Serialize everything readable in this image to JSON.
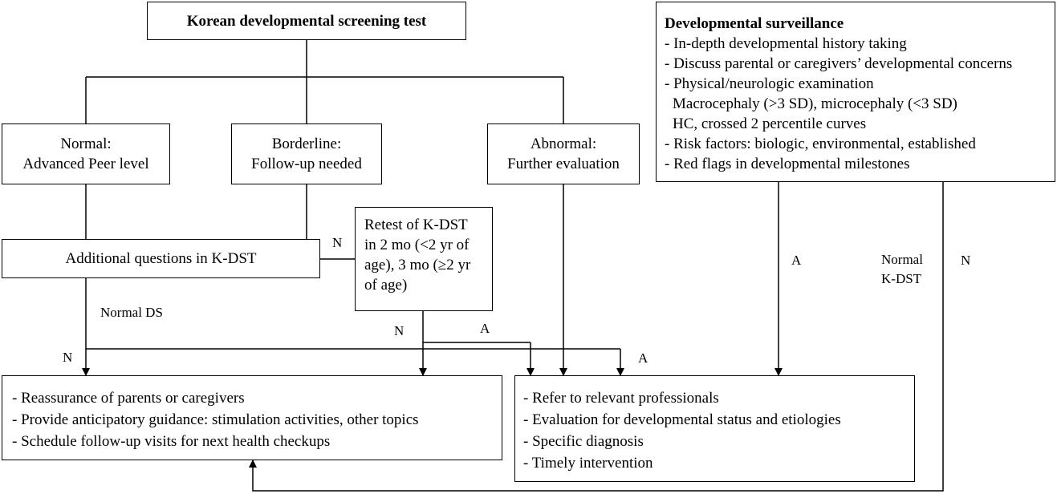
{
  "top_box": {
    "title": "Korean developmental screening test"
  },
  "normal_box": {
    "line1": "Normal:",
    "line2": "Advanced Peer level"
  },
  "borderline_box": {
    "line1": "Borderline:",
    "line2": "Follow-up needed"
  },
  "abnormal_box": {
    "line1": "Abnormal:",
    "line2": "Further evaluation"
  },
  "additional_box": {
    "text": "Additional questions in K-DST"
  },
  "retest_box": {
    "lines": [
      "Retest of K-DST",
      "in 2 mo (<2 yr of",
      "age), 3 mo (≥2 yr",
      "of age)"
    ]
  },
  "surveillance_box": {
    "title": "Developmental surveillance",
    "items": [
      "- In-depth developmental history taking",
      "- Discuss parental or caregivers’ developmental concerns",
      "- Physical/neurologic examination",
      "Macrocephaly (>3 SD), microcephaly (<3 SD)",
      "HC, crossed 2 percentile curves",
      "- Risk factors: biologic, environmental, established",
      "- Red flags in developmental milestones"
    ]
  },
  "reassure_box": {
    "items": [
      "- Reassurance of parents or caregivers",
      "- Provide anticipatory guidance: stimulation activities, other topics",
      "- Schedule follow-up visits for next health checkups"
    ]
  },
  "refer_box": {
    "items": [
      "- Refer to relevant professionals",
      "- Evaluation for developmental status and etiologies",
      "- Specific diagnosis",
      "- Timely intervention"
    ]
  },
  "edge_labels": {
    "n_additional_retest": "N",
    "normal_ds": "Normal DS",
    "n_left": "N",
    "n_retest": "N",
    "a_retest": "A",
    "a_merge": "A",
    "a_surveillance": "A",
    "normal_kdst_1": "Normal",
    "normal_kdst_2": "K-DST",
    "n_surveillance": "N"
  }
}
